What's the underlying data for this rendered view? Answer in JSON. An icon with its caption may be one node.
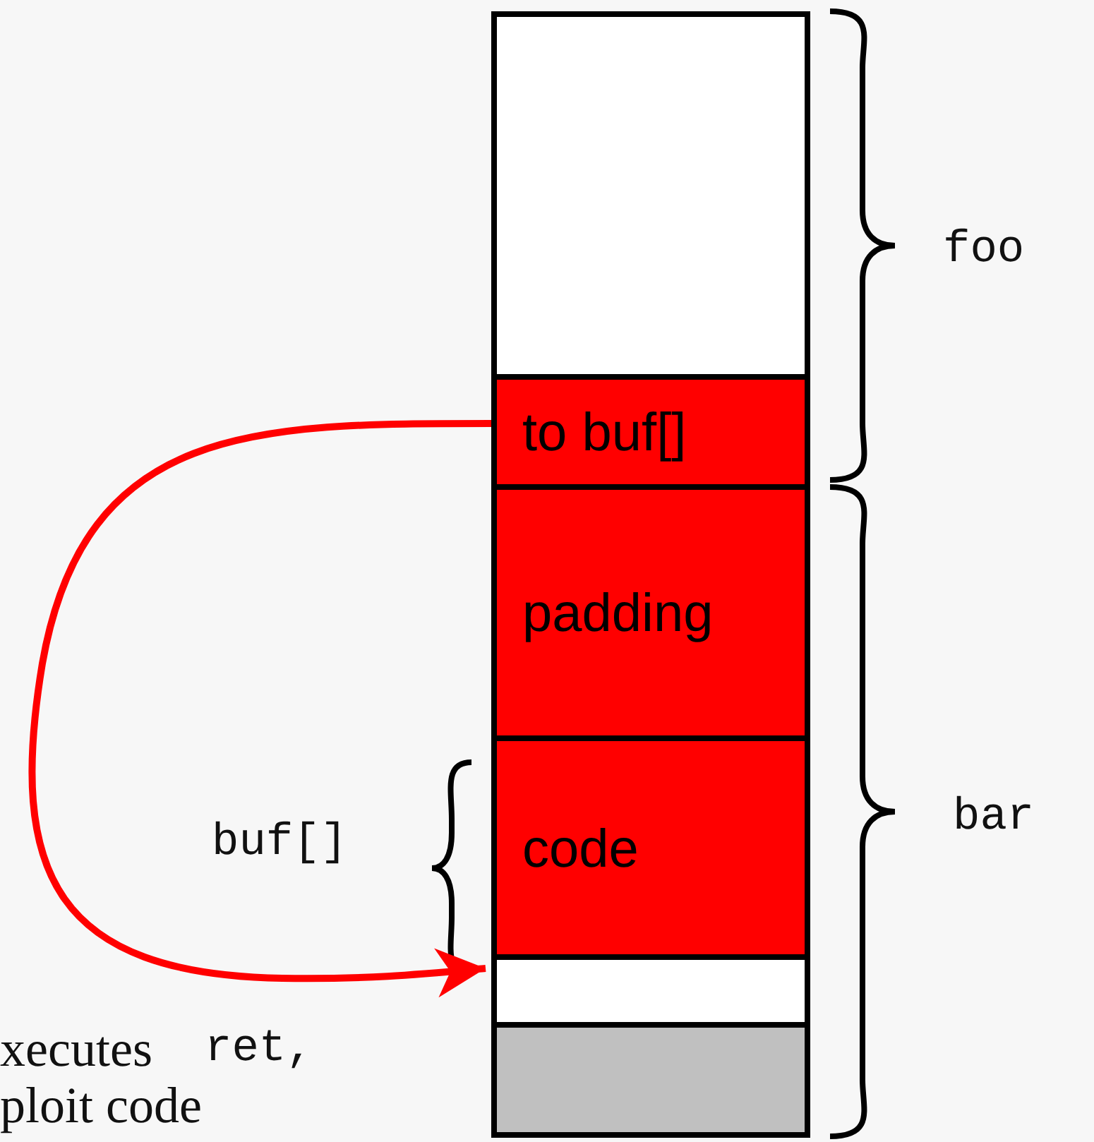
{
  "diagram": {
    "nodes": [
      {
        "text": [],
        "shape": "box"
      },
      {
        "text": [
          "to buf[]"
        ]
      },
      {
        "text": [
          "padding"
        ]
      },
      {
        "text": [
          "code"
        ]
      },
      {
        "text": [],
        "shape": "box"
      },
      {
        "text": [],
        "shape": "box"
      }
    ],
    "edges": [
      {
        "from": 1,
        "to": 4,
        "arrow": "to",
        "color": "#ff0000"
      }
    ],
    "labels": [
      "foo",
      "bar",
      "buf[]",
      "xecutes",
      "ret,",
      "ploit code"
    ]
  }
}
